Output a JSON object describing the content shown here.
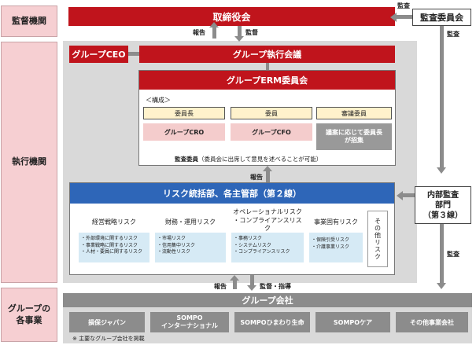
{
  "sections": {
    "supervision": "監督機関",
    "execution": "執行機関",
    "group": "グループの\n各事業"
  },
  "board": "取締役会",
  "audit_committee": "監査委員会",
  "labels": {
    "report": "報告",
    "audit": "監督",
    "audit2": "監査",
    "audit_guidance": "監督・指導"
  },
  "group_ceo": "グループCEO",
  "group_exec_meeting": "グループ執行会議",
  "erm": {
    "title": "グループERM委員会",
    "composition": "＜構成＞",
    "roles": [
      {
        "header": "委員長",
        "value": "グループCRO"
      },
      {
        "header": "委員",
        "value": "グループCFO"
      },
      {
        "header": "審議委員",
        "value": "議案に応じて委員長\nが招集"
      }
    ],
    "audit_note_bold": "監査委員",
    "audit_note": "（委員会に出席して意見を述べることが可能）"
  },
  "risk_dept": {
    "title": "リスク統括部、各主管部（第２線）",
    "categories": [
      {
        "title": "経営戦略リスク",
        "items": [
          "・外部環境に関するリスク",
          "・事業戦略に関するリスク",
          "・人材・要員に関するリスク"
        ]
      },
      {
        "title": "財務・運用リスク",
        "items": [
          "・市場リスク",
          "・信用集中リスク",
          "・流動性リスク"
        ]
      },
      {
        "title": "オペレーショナルリスク\n・コンプライアンスリスク",
        "items": [
          "・事務リスク",
          "・システムリスク",
          "・コンプライアンスリスク"
        ]
      },
      {
        "title": "事業固有リスク",
        "items": [
          "・保険引受リスク",
          "・介護事業リスク"
        ]
      }
    ],
    "other": "その他リスク"
  },
  "internal_audit": "内部監査\n部門\n（第３線）",
  "group_companies": {
    "title": "グループ会社",
    "companies": [
      "損保ジャパン",
      "SOMPO\nインターナショナル",
      "SOMPOひまわり生命",
      "SOMPOケア",
      "その他事業会社"
    ],
    "note": "※ 主要なグループ会社を掲載"
  }
}
